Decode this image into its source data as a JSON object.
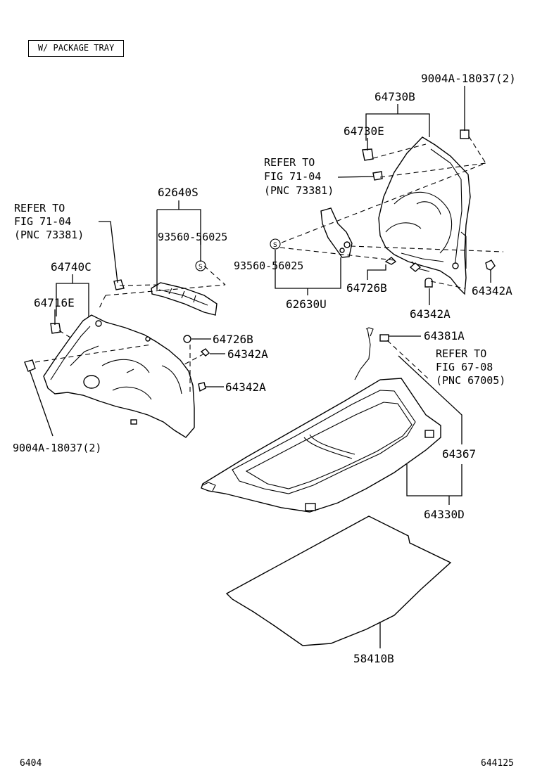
{
  "header": {
    "variant_box": "W/ PACKAGE TRAY"
  },
  "labels": {
    "p9004a_top": "9004A-18037(2)",
    "p64730b": "64730B",
    "p64730e": "64730E",
    "ref_right_1": "REFER TO",
    "ref_right_2": "FIG 71-04",
    "ref_right_3": "(PNC 73381)",
    "p62640s": "62640S",
    "ref_left_1": "REFER TO",
    "ref_left_2": "FIG 71-04",
    "ref_left_3": "(PNC 73381)",
    "p93560_left": "93560-56025",
    "p93560_right": "93560-56025",
    "p64740c": "64740C",
    "p64716e": "64716E",
    "p62630u": "62630U",
    "p64726b_right": "64726B",
    "p64342a_right1": "64342A",
    "p64342a_right2": "64342A",
    "p64381a": "64381A",
    "ref_tray_1": "REFER TO",
    "ref_tray_2": "FIG 67-08",
    "ref_tray_3": "(PNC 67005)",
    "p64726b_left": "64726B",
    "p64342a_left1": "64342A",
    "p64342a_left2": "64342A",
    "p9004a_bottom": "9004A-18037(2)",
    "p64367": "64367",
    "p64330d": "64330D",
    "p58410b": "58410B"
  },
  "footer": {
    "page_left": "6404",
    "page_right": "644125"
  }
}
